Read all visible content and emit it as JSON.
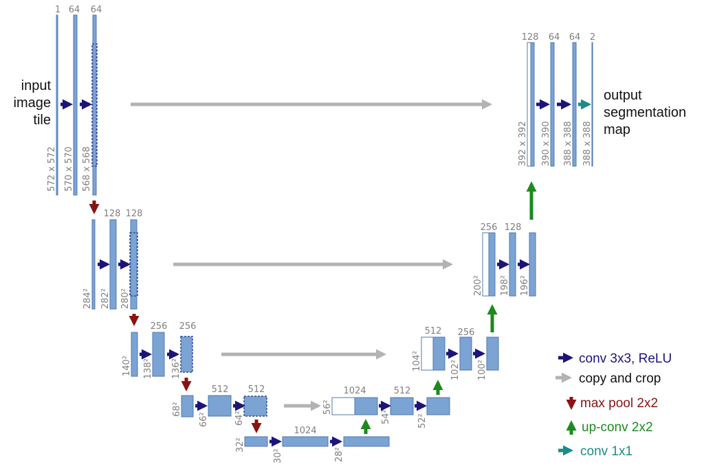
{
  "colors": {
    "layer_fill": "#7ba3d3",
    "layer_stroke": "#4f79b1",
    "conv_arrow": "#1c1478",
    "copy_arrow": "#b3b3b3",
    "pool_arrow": "#8b1212",
    "upconv_arrow": "#1d8a1d",
    "conv1x1_arrow": "#1a8c8a",
    "label_gray": "#7f7f7f"
  },
  "input_label": [
    "input",
    "image",
    "tile"
  ],
  "output_label": [
    "output",
    "segmentation",
    "map"
  ],
  "level1": {
    "channels": [
      "1",
      "64",
      "64"
    ],
    "sizes": [
      "572 x 572",
      "570 x 570",
      "568 x 568"
    ]
  },
  "level2": {
    "channels": [
      "128",
      "128"
    ],
    "sizes": [
      "284²",
      "282²",
      "280²"
    ]
  },
  "level3": {
    "channels": [
      "256",
      "256"
    ],
    "sizes": [
      "140²",
      "138²",
      "136²"
    ]
  },
  "level4": {
    "channels": [
      "512",
      "512"
    ],
    "sizes": [
      "68²",
      "66²",
      "64²"
    ]
  },
  "bottom": {
    "channels": [
      "1024"
    ],
    "sizes": [
      "32²",
      "30²",
      "28²"
    ]
  },
  "up4": {
    "channels": [
      "1024",
      "512"
    ],
    "sizes": [
      "56²",
      "54²",
      "52²"
    ]
  },
  "up3": {
    "channels": [
      "512",
      "256"
    ],
    "sizes": [
      "104²",
      "102²",
      "100²"
    ]
  },
  "up2": {
    "channels": [
      "256",
      "128"
    ],
    "sizes": [
      "200²",
      "198²",
      "196²"
    ]
  },
  "up1": {
    "channels": [
      "128",
      "64",
      "64",
      "2"
    ],
    "sizes": [
      "392 x 392",
      "390 x 390",
      "388 x 388",
      "388 x 388"
    ]
  },
  "legend": {
    "conv": "conv 3x3, ReLU",
    "copy": "copy and crop",
    "pool": "max pool 2x2",
    "upconv": "up-conv 2x2",
    "conv1x1": "conv 1x1"
  }
}
